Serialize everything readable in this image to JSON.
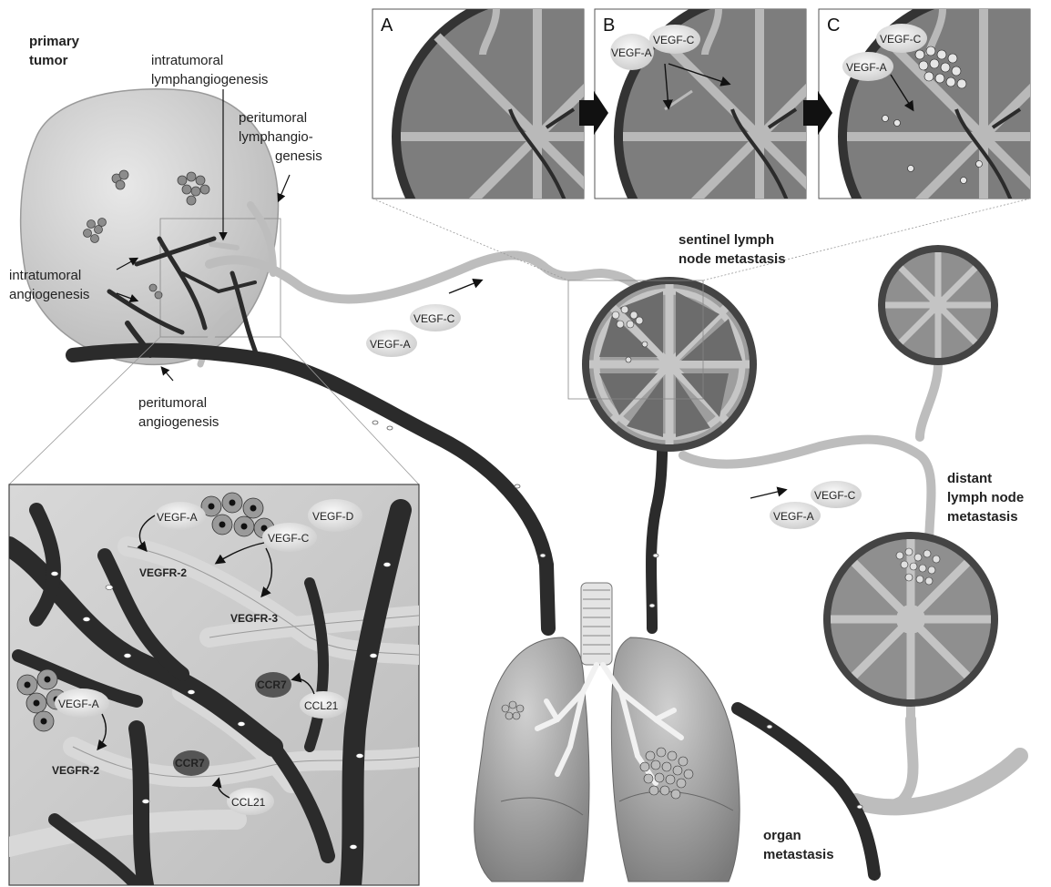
{
  "labels": {
    "primary_tumor_1": "primary",
    "primary_tumor_2": "tumor",
    "intratumoral_lymph_1": "intratumoral",
    "intratumoral_lymph_2": "lymphangiogenesis",
    "peritumoral_lymph_1": "peritumoral",
    "peritumoral_lymph_2": "lymphangio-",
    "peritumoral_lymph_3": "genesis",
    "intratumoral_angio_1": "intratumoral",
    "intratumoral_angio_2": "angiogenesis",
    "peritumoral_angio_1": "peritumoral",
    "peritumoral_angio_2": "angiogenesis",
    "sentinel_1": "sentinel lymph",
    "sentinel_2": "node metastasis",
    "distant_1": "distant",
    "distant_2": "lymph node",
    "distant_3": "metastasis",
    "organ_1": "organ",
    "organ_2": "metastasis"
  },
  "panels": {
    "a": "A",
    "b": "B",
    "c": "C"
  },
  "factors": {
    "vegf_a": "VEGF-A",
    "vegf_c": "VEGF-C",
    "vegf_d": "VEGF-D",
    "vegfr2": "VEGFR-2",
    "vegfr3": "VEGFR-3",
    "ccr7": "CCR7",
    "ccl21": "CCL21"
  },
  "colors": {
    "blood_vessel": "#2b2b2b",
    "lymph_vessel": "#bdbdbd",
    "node_fill": "#6f6f6f",
    "tumor_fill": "#d4d4d4"
  }
}
